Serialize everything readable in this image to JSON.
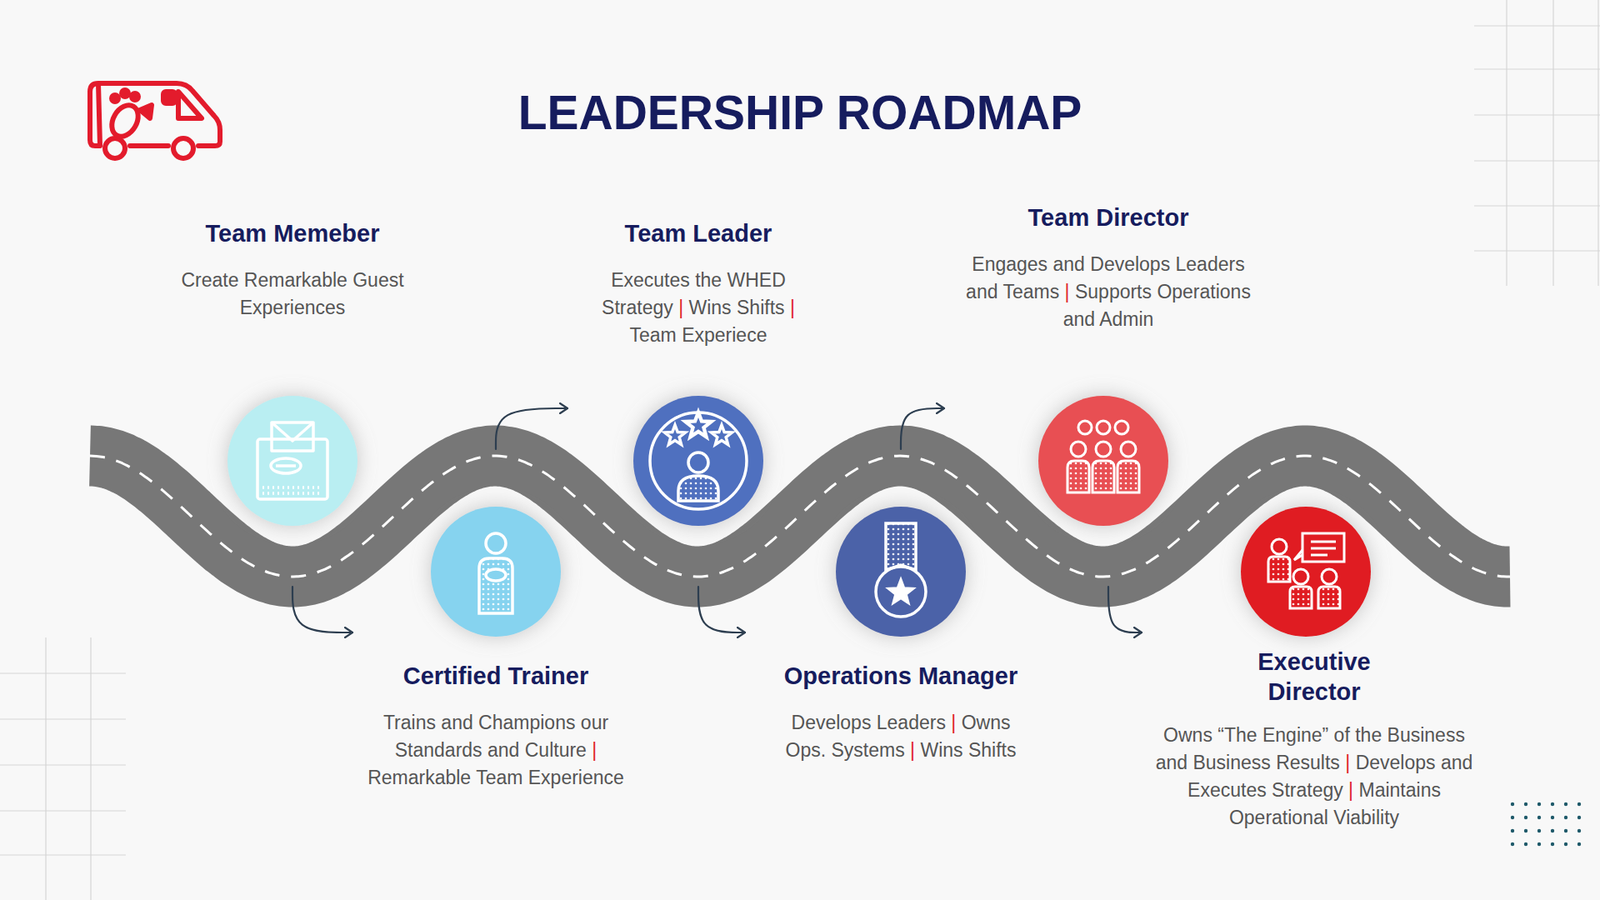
{
  "diagram": {
    "title": "LEADERSHIP ROADMAP",
    "nodes": [
      {
        "text": [
          "Team Memeber",
          "Create Remarkable Guest Experiences"
        ]
      },
      {
        "text": [
          "Certified Trainer",
          "Trains and Champions our Standards and Culture | Remarkable Team Experience"
        ]
      },
      {
        "text": [
          "Team Leader",
          "Executes the WHED Strategy | Wins Shifts | Team Experiece"
        ]
      },
      {
        "text": [
          "Operations Manager",
          "Develops Leaders | Owns Ops. Systems | Wins Shifts"
        ]
      },
      {
        "text": [
          "Team Director",
          "Engages and Develops Leaders and Teams | Supports Operations and Admin"
        ]
      },
      {
        "text": [
          "Executive Director",
          "Owns “The Engine” of the Business and Business Results | Develops and Executes Strategy | Maintains Operational Viability"
        ]
      }
    ],
    "edges": [
      {
        "from": 0,
        "to": 1,
        "arrow": "to"
      },
      {
        "from": 1,
        "to": 2,
        "arrow": "to"
      },
      {
        "from": 2,
        "to": 3,
        "arrow": "to"
      },
      {
        "from": 3,
        "to": 4,
        "arrow": "to"
      },
      {
        "from": 4,
        "to": 5,
        "arrow": "to"
      }
    ]
  }
}
